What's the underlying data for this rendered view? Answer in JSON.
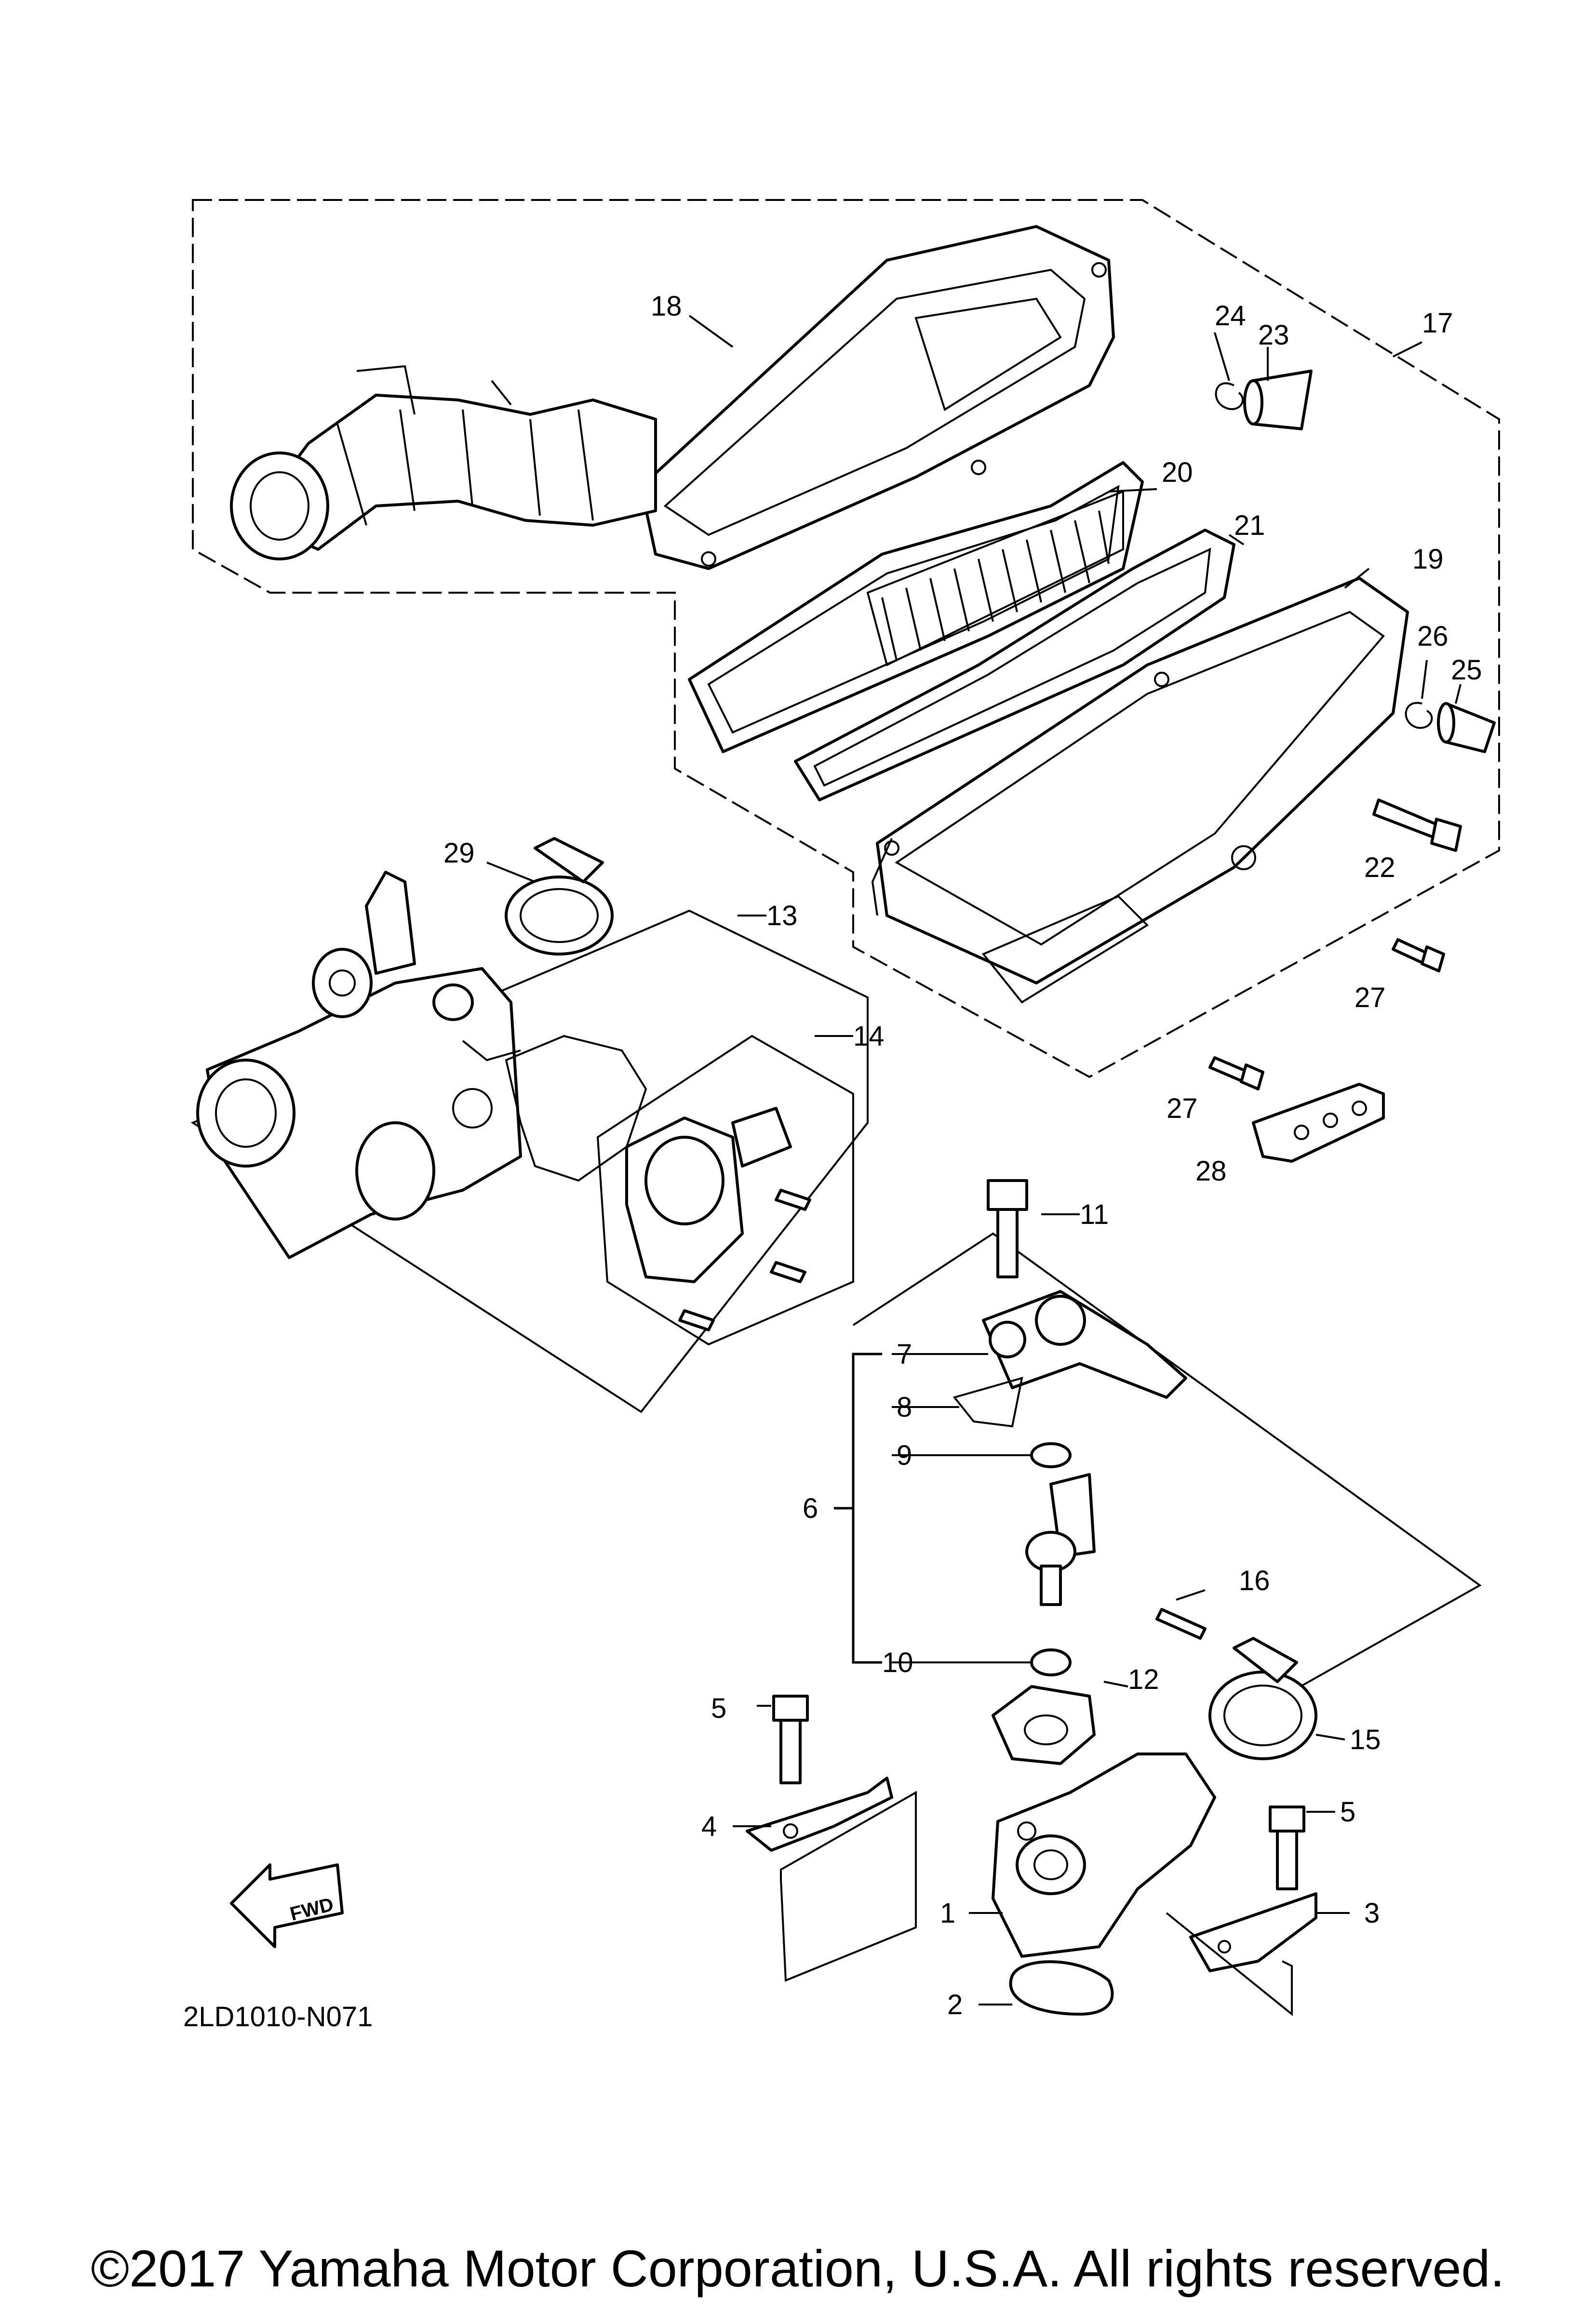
{
  "callouts": {
    "p1": "1",
    "p2": "2",
    "p3": "3",
    "p4": "4",
    "p5a": "5",
    "p5b": "5",
    "p6": "6",
    "p7": "7",
    "p8": "8",
    "p9": "9",
    "p10": "10",
    "p11": "11",
    "p12": "12",
    "p13": "13",
    "p14": "14",
    "p15": "15",
    "p16": "16",
    "p17": "17",
    "p18": "18",
    "p19": "19",
    "p20": "20",
    "p21": "21",
    "p22": "22",
    "p23": "23",
    "p24": "24",
    "p25": "25",
    "p26": "26",
    "p27a": "27",
    "p27b": "27",
    "p28": "28",
    "p29": "29"
  },
  "fwd_label": "FWD",
  "diagram_code": "2LD1010-N071",
  "copyright": "©2017 Yamaha Motor Corporation, U.S.A. All rights reserved."
}
